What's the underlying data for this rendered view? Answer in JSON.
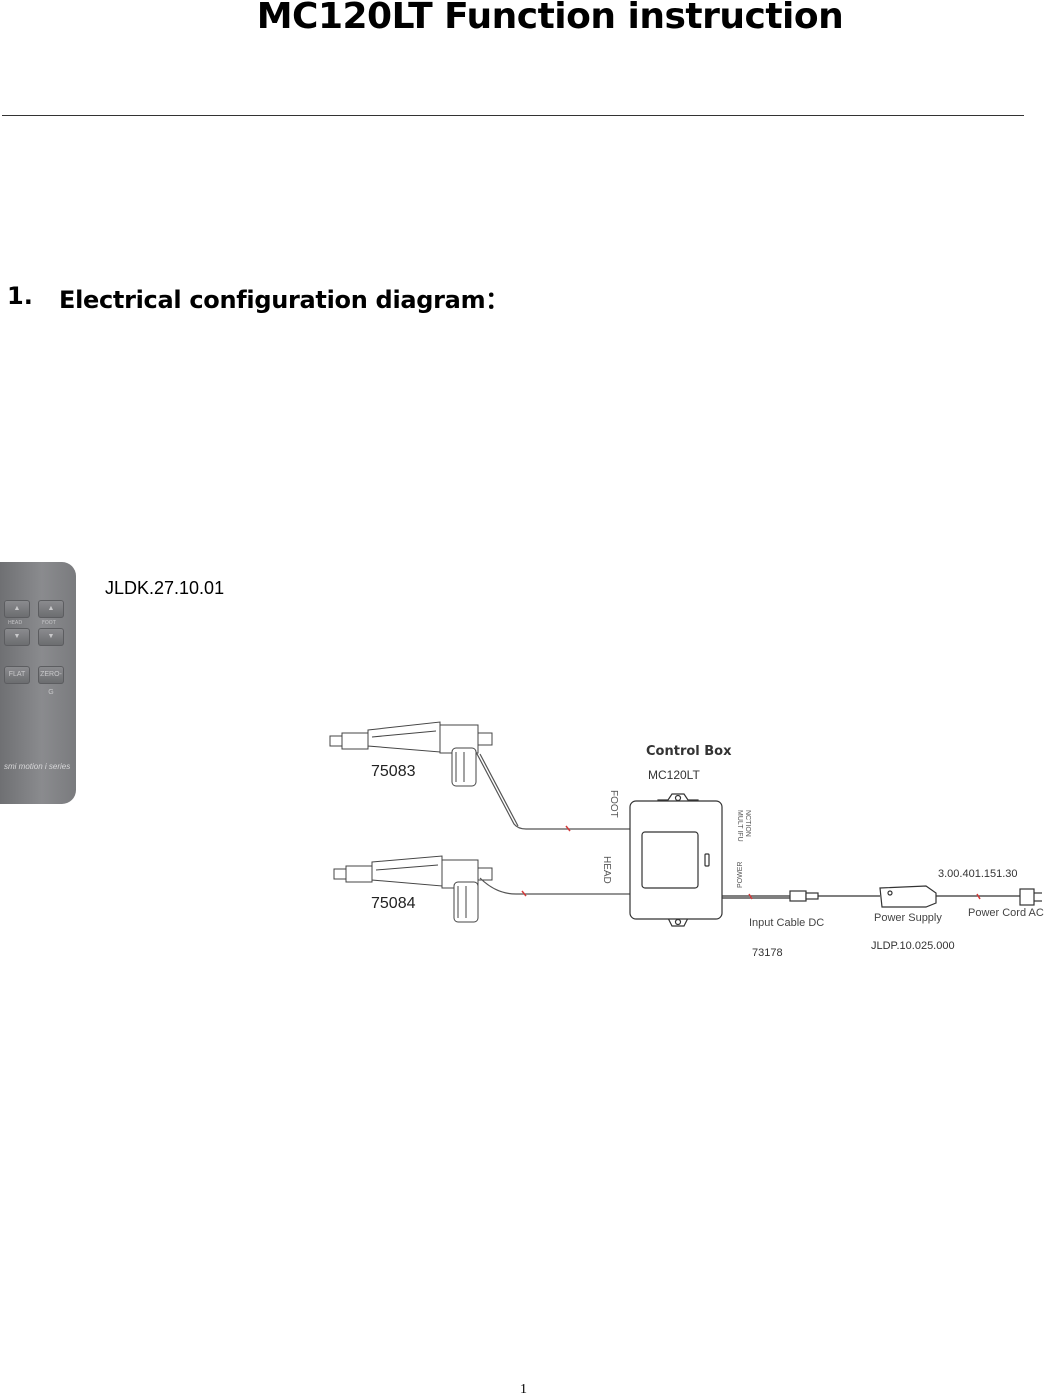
{
  "document": {
    "title": "MC120LT Function instruction",
    "section_number": "1.",
    "section_title": "Electrical configuration diagram：",
    "page_number": "1"
  },
  "diagram": {
    "remote_part_no": "JLDK.27.10.01",
    "remote": {
      "head_label": "HEAD",
      "foot_label": "FOOT",
      "flat_label": "FLAT",
      "zero_g_label": "ZERO-G",
      "brand_text": "smi motion i series"
    },
    "actuator_top_part_no": "75083",
    "actuator_bottom_part_no": "75084",
    "control_box_title": "Control Box",
    "control_box_model": "MC120LT",
    "port_foot": "FOOT",
    "port_head": "HEAD",
    "port_multifunction_1": "MULT IFU",
    "port_multifunction_2": "NCTION",
    "port_power": "POWER",
    "input_cable_label": "Input Cable DC",
    "input_cable_part_no": "73178",
    "power_supply_label": "Power Supply",
    "power_supply_part_no": "JLDP.10.025.000",
    "power_cord_label": "Power Cord AC",
    "power_cord_part_no": "3.00.401.151.30"
  },
  "colors": {
    "line": "#444444",
    "remote_body": "#7d7e81",
    "cable_marker": "#d33a3a"
  }
}
